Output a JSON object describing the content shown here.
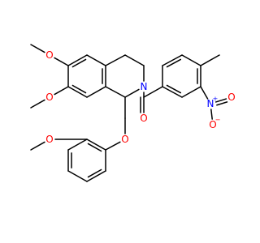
{
  "molecule": {
    "atom_labels": {
      "o_ome6": "O",
      "o_ome7": "O",
      "n_ring": "N",
      "o_carbonyl": "O",
      "o_ether": "O",
      "o_ome_phenyl": "O",
      "n_nitro": "N",
      "o_nitro_up": "O",
      "o_nitro_minus": "O"
    },
    "charges": {
      "n_nitro": "+",
      "o_nitro_minus": "−"
    },
    "colors": {
      "carbon_bond": "#000000",
      "oxygen": "#ff0000",
      "nitrogen": "#0000ff"
    }
  }
}
